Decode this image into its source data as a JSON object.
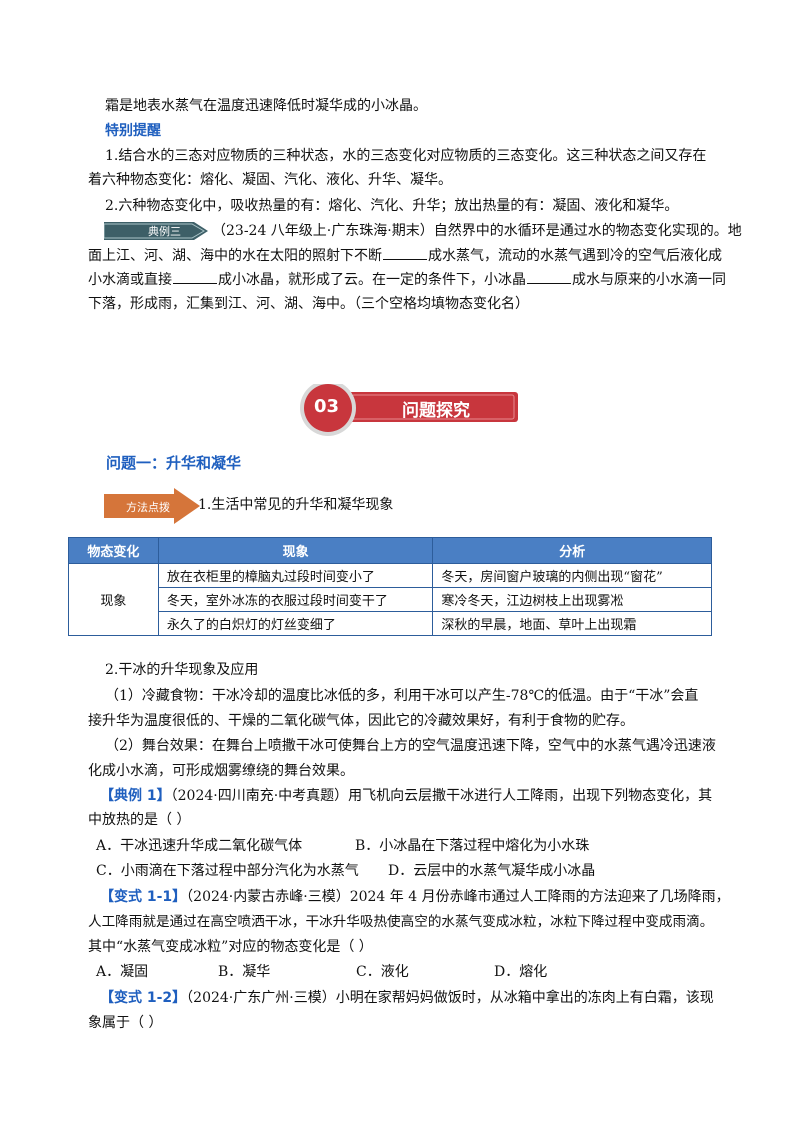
{
  "intro": {
    "frost": "霜是地表水蒸气在温度迅速降低时凝华成的小冰晶。",
    "reminder_title": "特别提醒",
    "r1a": "1.结合水的三态对应物质的三种状态，水的三态变化对应物质的三态变化。这三种状态之间又存在",
    "r1b": "着六种物态变化：熔化、凝固、汽化、液化、升华、凝华。",
    "r2": "2.六种物态变化中，吸收热量的有：熔化、汽化、升华；放出热量的有：凝固、液化和凝华。"
  },
  "example3": {
    "tag": "典例三",
    "l1": "（23-24 八年级上·广东珠海·期末）自然界中的水循环是通过水的物态变化实现的。地",
    "l2a": "面上江、河、湖、海中的水在太阳的照射下不断",
    "l2b": "成水蒸气，流动的水蒸气遇到冷的空气后液化成",
    "l3a": "小水滴或直接",
    "l3b": "成小冰晶，就形成了云。在一定的条件下，小冰晶",
    "l3c": "成水与原来的小水滴一同",
    "l4": "下落，形成雨，汇集到江、河、湖、海中。（三个空格均填物态变化名）"
  },
  "section": {
    "number": "03",
    "title": "问题探究"
  },
  "problem1": {
    "title": "问题一：升华和凝华"
  },
  "method": {
    "tag": "方法点拨",
    "heading": "1.生活中常见的升华和凝华现象"
  },
  "table": {
    "headers": [
      "物态变化",
      "现象",
      "分析"
    ],
    "row_label": "现象",
    "rows": [
      [
        "放在衣柜里的樟脑丸过段时间变小了",
        "冬天，房间窗户玻璃的内侧出现“窗花”"
      ],
      [
        "冬天，室外冰冻的衣服过段时间变干了",
        "寒冷冬天，江边树枝上出现雾凇"
      ],
      [
        "永久了的白炽灯的灯丝变细了",
        "深秋的早晨，地面、草叶上出现霜"
      ]
    ]
  },
  "dryice": {
    "title": "2.干冰的升华现象及应用",
    "p1a": "（1）冷藏食物：干冰冷却的温度比冰低的多，利用干冰可以产生-78℃的低温。由于“干冰”会直",
    "p1b": "接升华为温度很低的、干燥的二氧化碳气体，因此它的冷藏效果好，有利于食物的贮存。",
    "p2a": "（2）舞台效果：在舞台上喷撒干冰可使舞台上方的空气温度迅速下降，空气中的水蒸气遇冷迅速液",
    "p2b": "化成小水滴，可形成烟雾缭绕的舞台效果。"
  },
  "ex1": {
    "label": "【典例 1】",
    "q1": "（2024·四川南充·中考真题）用飞机向云层撒干冰进行人工降雨，出现下列物态变化，其",
    "q2": "中放热的是（    ）",
    "A": "A．干冰迅速升华成二氧化碳气体",
    "B": "B．小冰晶在下落过程中熔化为小水珠",
    "C": "C．小雨滴在下落过程中部分汽化为水蒸气",
    "D": "D．云层中的水蒸气凝华成小冰晶"
  },
  "v11": {
    "label": "【变式 1-1】",
    "q1": "（2024·内蒙古赤峰·三模）2024 年 4 月份赤峰市通过人工降雨的方法迎来了几场降雨，",
    "q2": "人工降雨就是通过在高空喷洒干冰，干冰升华吸热使高空的水蒸气变成冰粒，冰粒下降过程中变成雨滴。",
    "q3": "其中“水蒸气变成冰粒”对应的物态变化是（      ）",
    "A": "A．凝固",
    "B": "B．凝华",
    "C": "C．液化",
    "D": "D．熔化"
  },
  "v12": {
    "label": "【变式 1-2】",
    "q1": "（2024·广东广州·三模）小明在家帮妈妈做饭时，从冰箱中拿出的冻肉上有白霜，该现",
    "q2": "象属于（        ）"
  }
}
